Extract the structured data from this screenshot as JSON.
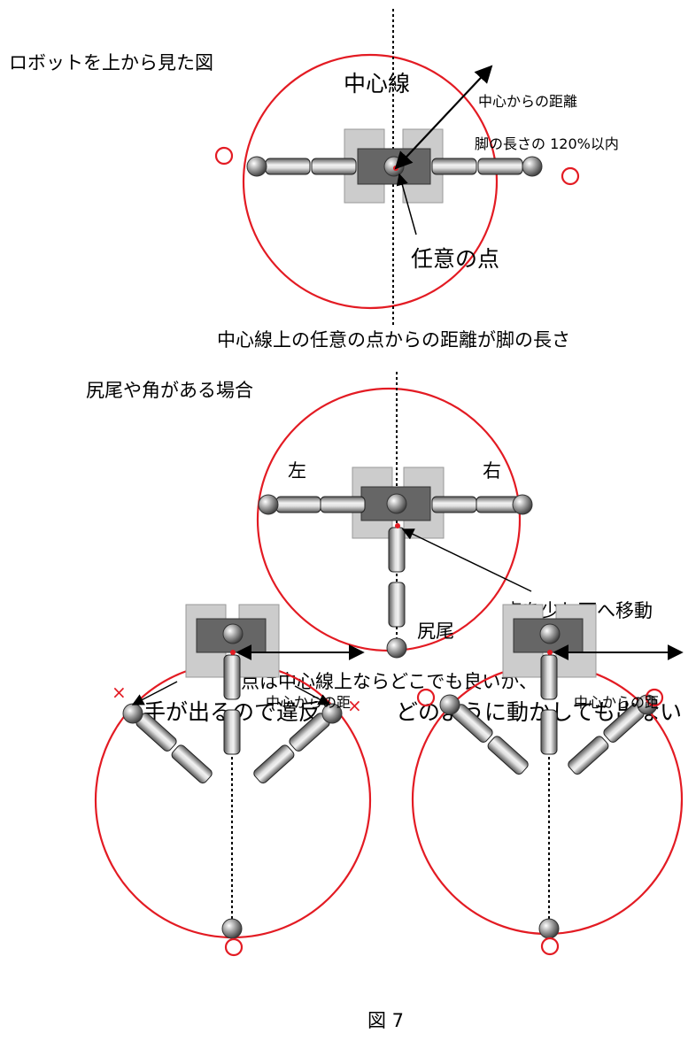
{
  "figure_label": "図 7",
  "section1": {
    "title": "ロボットを上から見た図",
    "center_line_label": "中心線",
    "distance_label": "中心からの距離",
    "limit_label": "脚の長さの 120%以内",
    "point_label": "任意の点",
    "caption": "中心線上の任意の点からの距離が脚の長さ"
  },
  "section2": {
    "title": "尻尾や角がある場合",
    "left_label": "左",
    "right_label": "右",
    "tail_label": "尻尾",
    "move_label": "点を少し下へ移動"
  },
  "section3": {
    "caption": "点は中心線上ならどこでも良いが、",
    "left_title": "手が出るので違反",
    "right_title": "どのように動かしても出ない",
    "left_distance_label": "中心からの距",
    "right_distance_label": "中心からの距",
    "violation_mark": "×",
    "ok_mark": "○"
  },
  "colors": {
    "boundary": "#e31b23",
    "body": "#666666",
    "leg_pads": "#cccccc",
    "joint": "#888888"
  },
  "icons": [
    "ok-circle-icon",
    "violation-x-icon",
    "joint-ball-icon",
    "arrow-icon"
  ]
}
